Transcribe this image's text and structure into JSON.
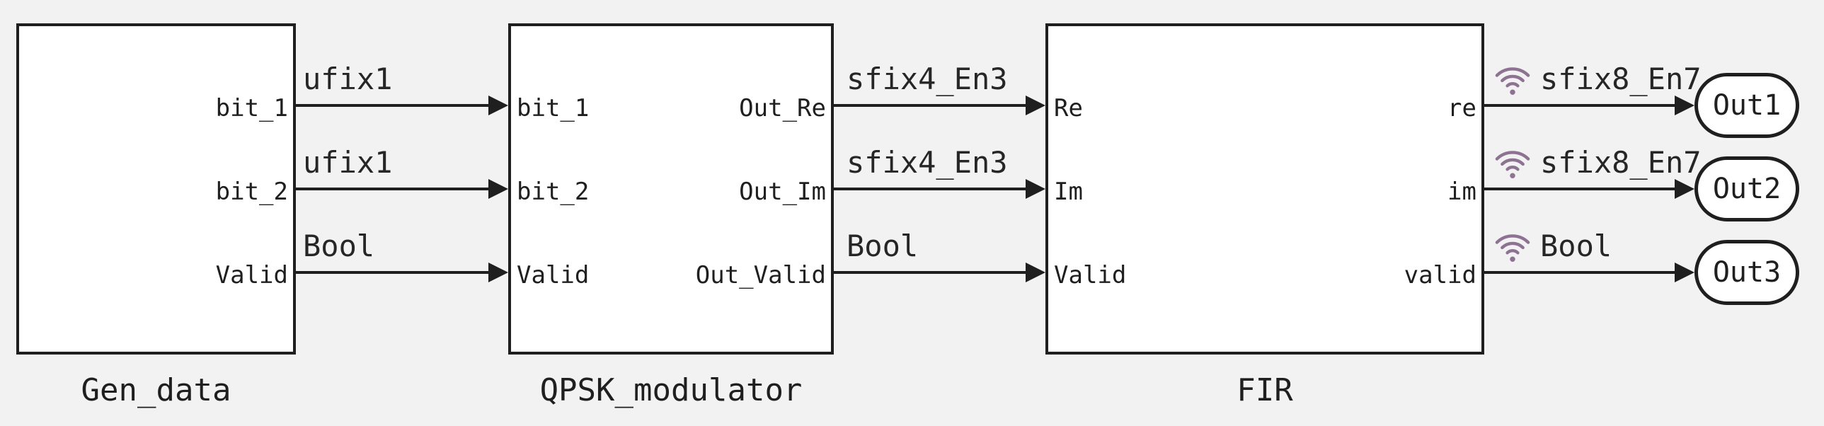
{
  "diagram": {
    "background_color": "#f2f2f2",
    "stroke_color": "#1f1f1f",
    "badge_color": "#8d7292",
    "badge_icon": "wifi-logging-badge"
  },
  "blocks": {
    "gen_data": {
      "label": "Gen_data",
      "out_ports": [
        "bit_1",
        "bit_2",
        "Valid"
      ]
    },
    "qpsk": {
      "label": "QPSK_modulator",
      "in_ports": [
        "bit_1",
        "bit_2",
        "Valid"
      ],
      "out_ports": [
        "Out_Re",
        "Out_Im",
        "Out_Valid"
      ]
    },
    "fir": {
      "label": "FIR",
      "in_ports": [
        "Re",
        "Im",
        "Valid"
      ],
      "out_ports": [
        "re",
        "im",
        "valid"
      ]
    }
  },
  "signals": {
    "gen_to_qpsk": [
      "ufix1",
      "ufix1",
      "Bool"
    ],
    "qpsk_to_fir": [
      "sfix4_En3",
      "sfix4_En3",
      "Bool"
    ],
    "fir_to_out": [
      "sfix8_En7",
      "sfix8_En7",
      "Bool"
    ]
  },
  "outports": [
    "Out1",
    "Out2",
    "Out3"
  ]
}
